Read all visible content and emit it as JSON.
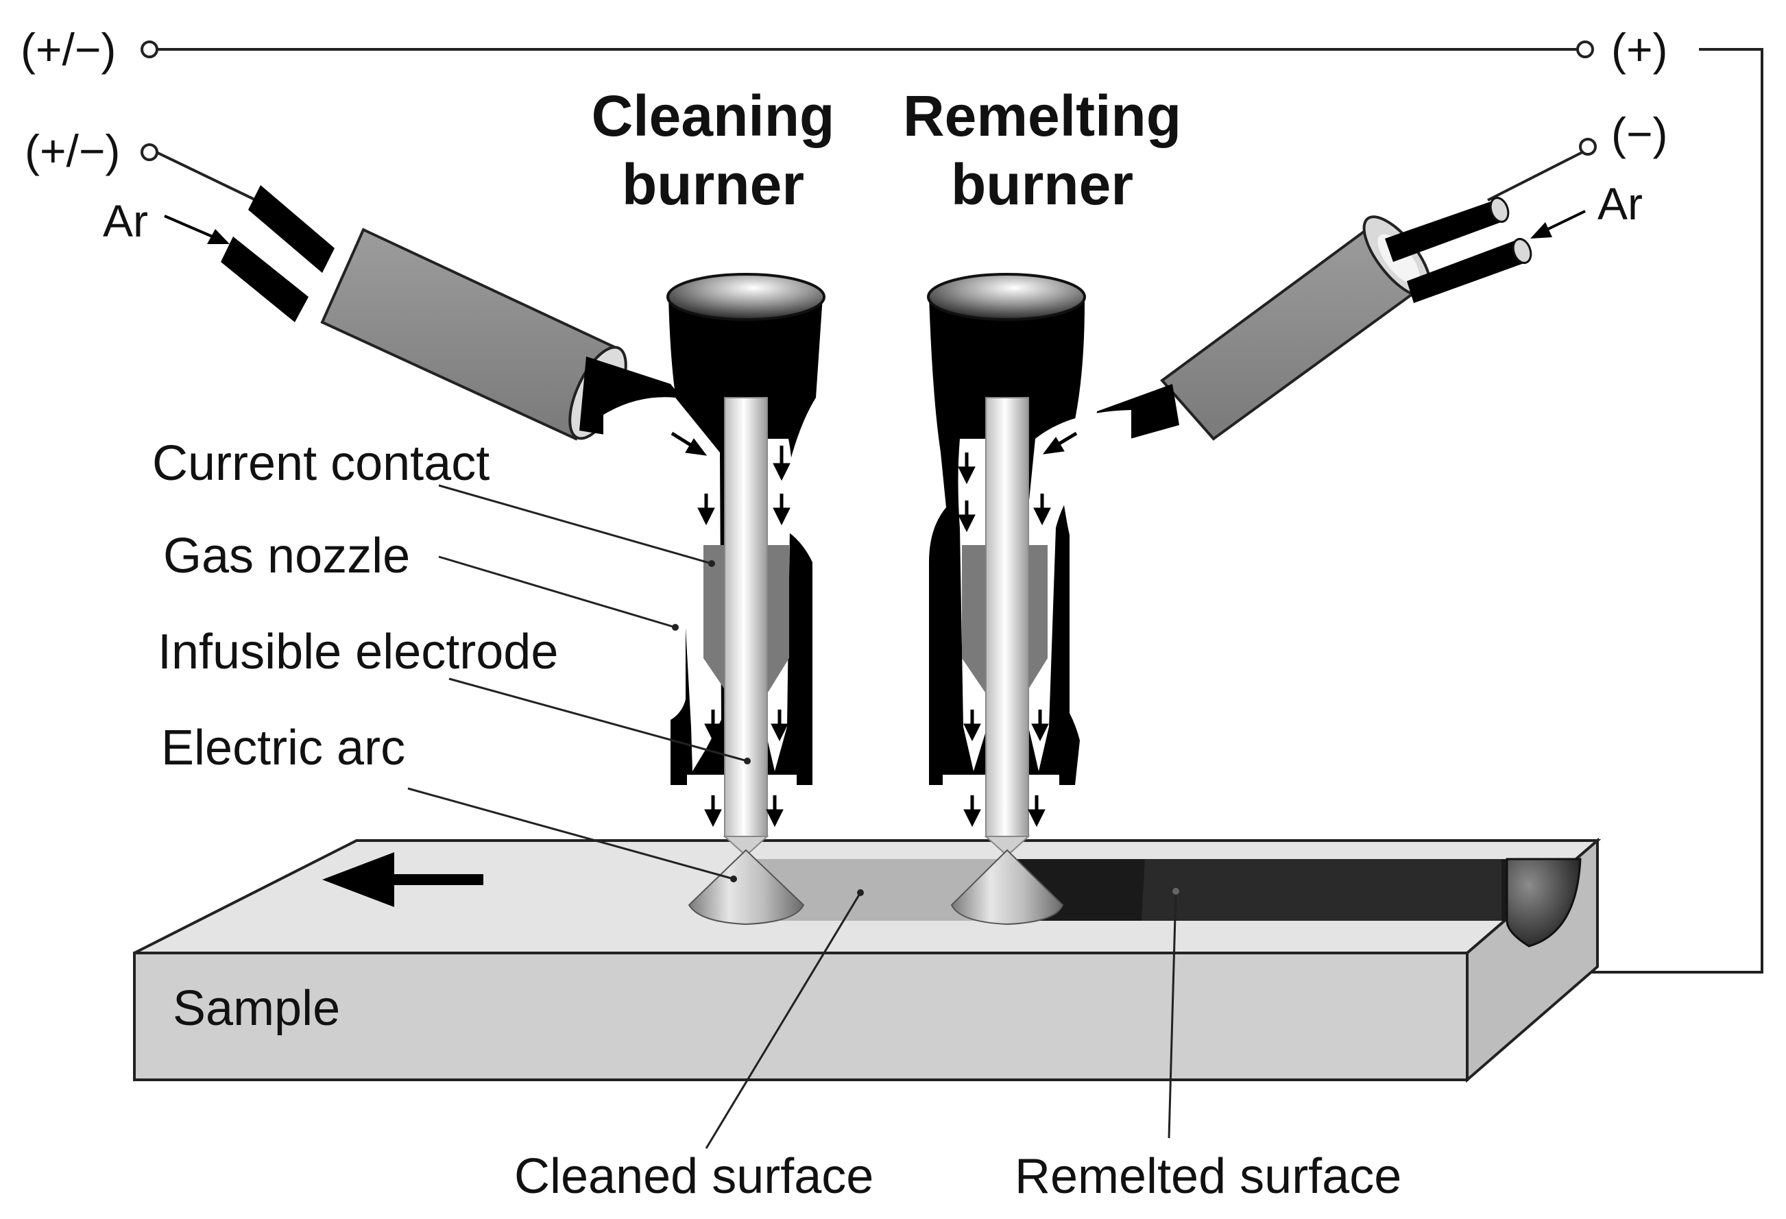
{
  "terminals": {
    "top_left": "(+/−)",
    "mid_left": "(+/−)",
    "top_right": "(+)",
    "mid_right": "(−)"
  },
  "gas": {
    "left": "Ar",
    "right": "Ar"
  },
  "titles": {
    "cleaning_line1": "Cleaning",
    "cleaning_line2": "burner",
    "remelting_line1": "Remelting",
    "remelting_line2": "burner"
  },
  "labels": {
    "current_contact": "Current contact",
    "gas_nozzle": "Gas nozzle",
    "infusible_electrode": "Infusible electrode",
    "electric_arc": "Electric arc",
    "sample": "Sample",
    "cleaned_surface": "Cleaned surface",
    "remelted_surface": "Remelted surface"
  },
  "colors": {
    "sample_top": "#e4e4e4",
    "sample_front": "#cfcfcf",
    "cleaned_strip": "#b4b4b4",
    "remelted_strip": "#1a1a1a",
    "cable_sheath": "#8c8c8c",
    "contact_block": "#7a7a7a"
  }
}
